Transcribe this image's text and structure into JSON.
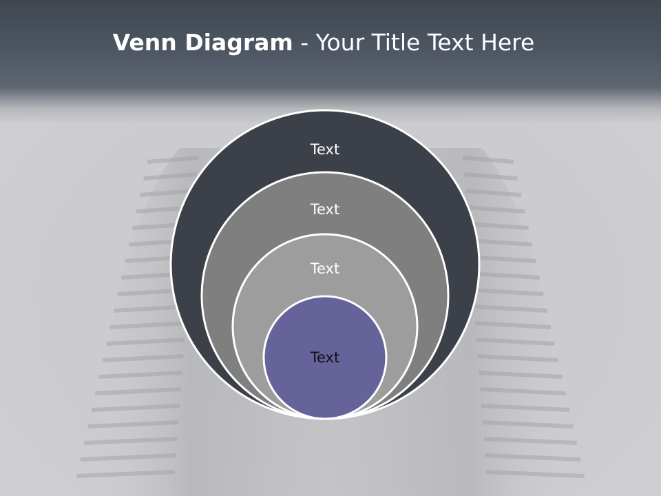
{
  "slide": {
    "title_strong": "Venn Diagram",
    "title_rest": " - Your Title Text Here"
  },
  "diagram": {
    "type": "nested-venn",
    "circles": [
      {
        "label": "Text",
        "fill": "#3c4149",
        "label_color": "#ffffff"
      },
      {
        "label": "Text",
        "fill": "#7f7f80",
        "label_color": "#ffffff"
      },
      {
        "label": "Text",
        "fill": "#9d9d9e",
        "label_color": "#ffffff"
      },
      {
        "label": "Text",
        "fill": "#656399",
        "label_color": "#111111"
      }
    ],
    "outline_color": "#ffffff"
  },
  "background": {
    "header_color": "#3f4650",
    "body_color": "#c9c9cb"
  }
}
